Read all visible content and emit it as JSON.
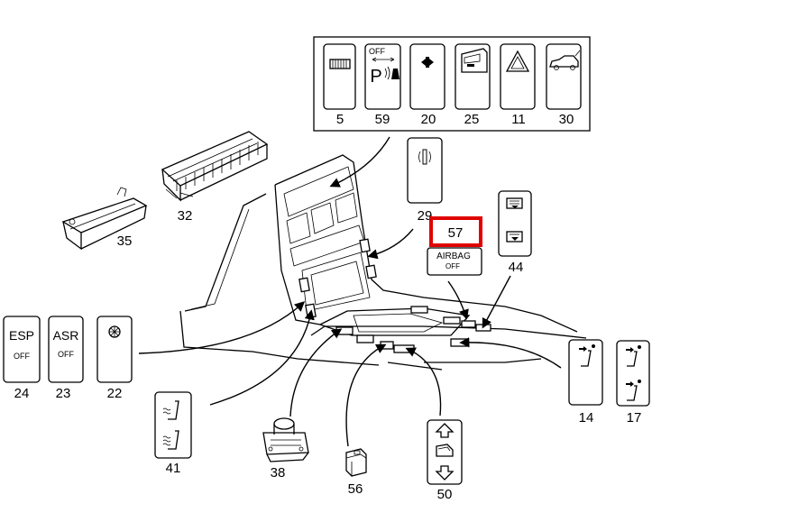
{
  "diagram": {
    "highlight_color": "#e00000",
    "callouts": {
      "c5": "5",
      "c59": "59",
      "c20": "20",
      "c25": "25",
      "c11": "11",
      "c30": "30",
      "c32": "32",
      "c35": "35",
      "c29": "29",
      "c57": "57",
      "c44": "44",
      "c24": "24",
      "c23": "23",
      "c22": "22",
      "c41": "41",
      "c38": "38",
      "c56": "56",
      "c50": "50",
      "c14": "14",
      "c17": "17"
    },
    "switch_text": {
      "park_off": "OFF",
      "park_p": "P",
      "esp": "ESP",
      "esp_off": "OFF",
      "asr": "ASR",
      "asr_off": "OFF",
      "airbag": "AIRBAG",
      "airbag_off": "OFF"
    },
    "icons": [
      "rear-defrost-icon",
      "parktronic-icon",
      "mirror-adjust-icon",
      "door-lock-icon",
      "hazard-icon",
      "trunk-icon",
      "info-icon",
      "sunshade-icon",
      "ventilation-icon",
      "seat-heating-icon",
      "seat-memory-icon",
      "window-icon"
    ]
  }
}
